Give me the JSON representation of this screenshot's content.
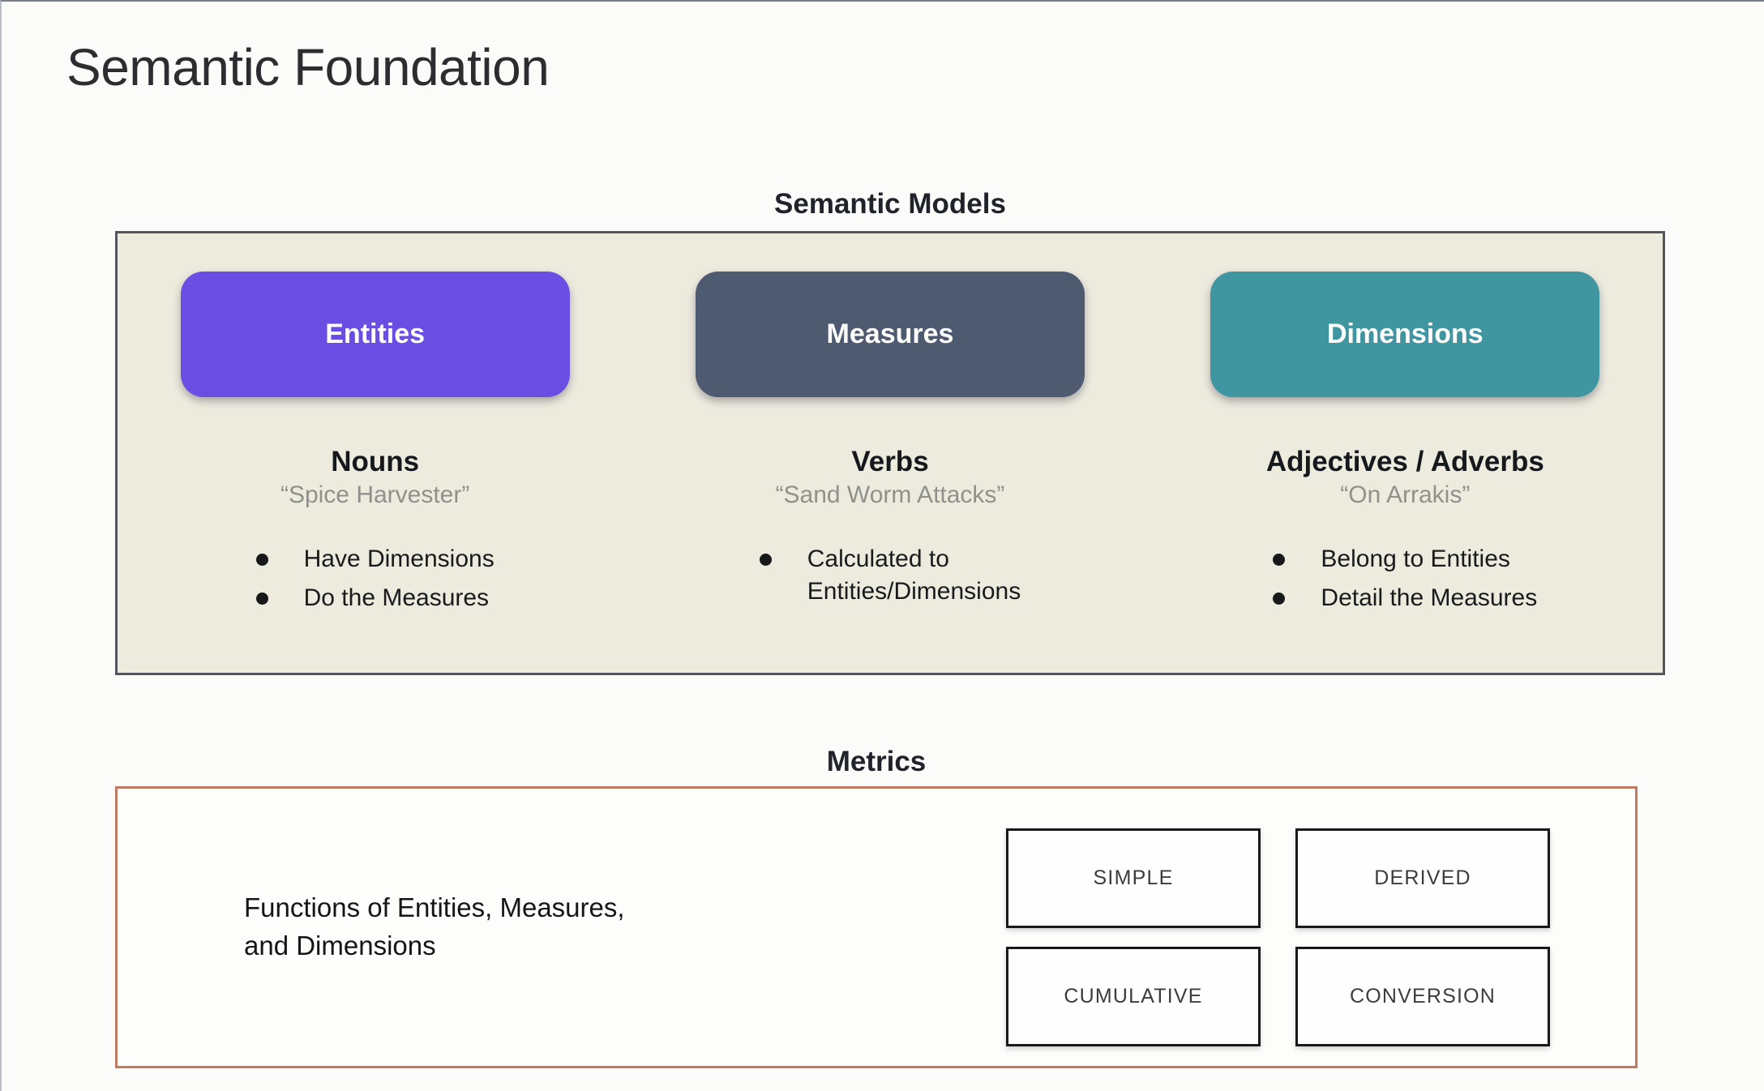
{
  "page": {
    "title": "Semantic Foundation",
    "background": "#fbfcfa"
  },
  "semantic_models": {
    "heading": "Semantic Models",
    "panel_bg": "#EDEADE",
    "panel_border": "#51575D",
    "columns": [
      {
        "label": "Entities",
        "color": "#6A4EE3",
        "part_of_speech": "Nouns",
        "example": "“Spice Harvester”",
        "bullets": [
          "Have Dimensions",
          "Do the Measures"
        ]
      },
      {
        "label": "Measures",
        "color": "#4D5A70",
        "part_of_speech": "Verbs",
        "example": "“Sand Worm Attacks”",
        "bullets": [
          "Calculated to\nEntities/Dimensions"
        ]
      },
      {
        "label": "Dimensions",
        "color": "#3F96A1",
        "part_of_speech": "Adjectives / Adverbs",
        "example": "“On Arrakis”",
        "bullets": [
          "Belong to Entities",
          "Detail the Measures"
        ]
      }
    ]
  },
  "metrics": {
    "heading": "Metrics",
    "panel_border": "#C07A62",
    "description": "Functions of Entities, Measures,\nand Dimensions",
    "types": [
      "SIMPLE",
      "DERIVED",
      "CUMULATIVE",
      "CONVERSION"
    ]
  }
}
